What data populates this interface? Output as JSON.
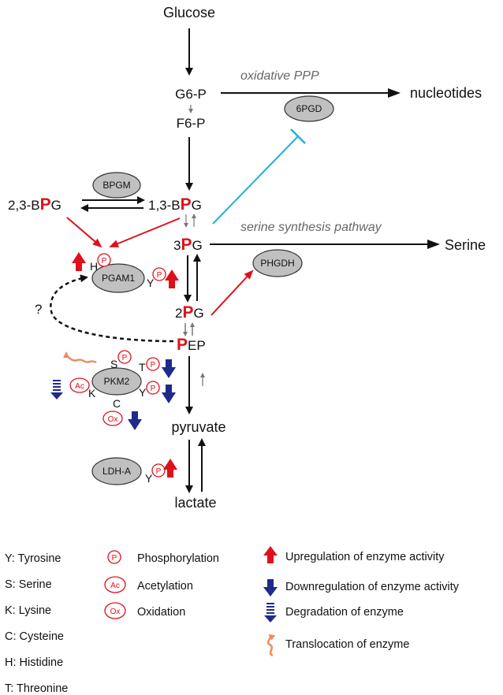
{
  "colors": {
    "red": "#e0101a",
    "blue": "#1f2a8a",
    "cyan": "#22b0d8",
    "orange": "#f08a5c",
    "gray_enzyme": "#c0c0c0"
  },
  "metabolites": {
    "glucose": "Glucose",
    "g6p": "G6-P",
    "f6p": "F6-P",
    "bpg13_pre": "1,3-B",
    "bpg13_post": "G",
    "bpg23_pre": "2,3-B",
    "bpg23_post": "G",
    "pg3_pre": "3",
    "pg3_post": "G",
    "pg2_pre": "2",
    "pg2_post": "G",
    "pep_post": "EP",
    "p_letter": "P",
    "pyruvate": "pyruvate",
    "lactate": "lactate",
    "nucleotides": "nucleotides",
    "serine": "Serine"
  },
  "pathways": {
    "oxidative_ppp": "oxidative PPP",
    "serine_synthesis": "serine synthesis pathway"
  },
  "enzymes": {
    "pgd6": "6PGD",
    "bpgm": "BPGM",
    "pgam1": "PGAM1",
    "phgdh": "PHGDH",
    "pkm2": "PKM2",
    "ldha": "LDH-A"
  },
  "modifications": {
    "phospho_symbol": "P",
    "acetyl_symbol": "Ac",
    "oxid_symbol": "Ox",
    "question": "?",
    "res_h": "H",
    "res_y": "Y",
    "res_s": "S",
    "res_t": "T",
    "res_k": "K",
    "res_c": "C"
  },
  "legend": {
    "residues": [
      "Y: Tyrosine",
      "S: Serine",
      "K: Lysine",
      "C: Cysteine",
      "H: Histidine",
      "T: Threonine"
    ],
    "modifications": [
      {
        "symbol": "P",
        "label": "Phosphorylation"
      },
      {
        "symbol": "Ac",
        "label": "Acetylation"
      },
      {
        "symbol": "Ox",
        "label": "Oxidation"
      }
    ],
    "effects": [
      {
        "icon": "red-up-arrow-icon",
        "label": "Upregulation of enzyme activity"
      },
      {
        "icon": "blue-down-arrow-icon",
        "label": "Downregulation of enzyme activity"
      },
      {
        "icon": "dashed-down-arrow-icon",
        "label": "Degradation of enzyme"
      },
      {
        "icon": "wavy-arrow-icon",
        "label": "Translocation of enzyme"
      }
    ]
  }
}
